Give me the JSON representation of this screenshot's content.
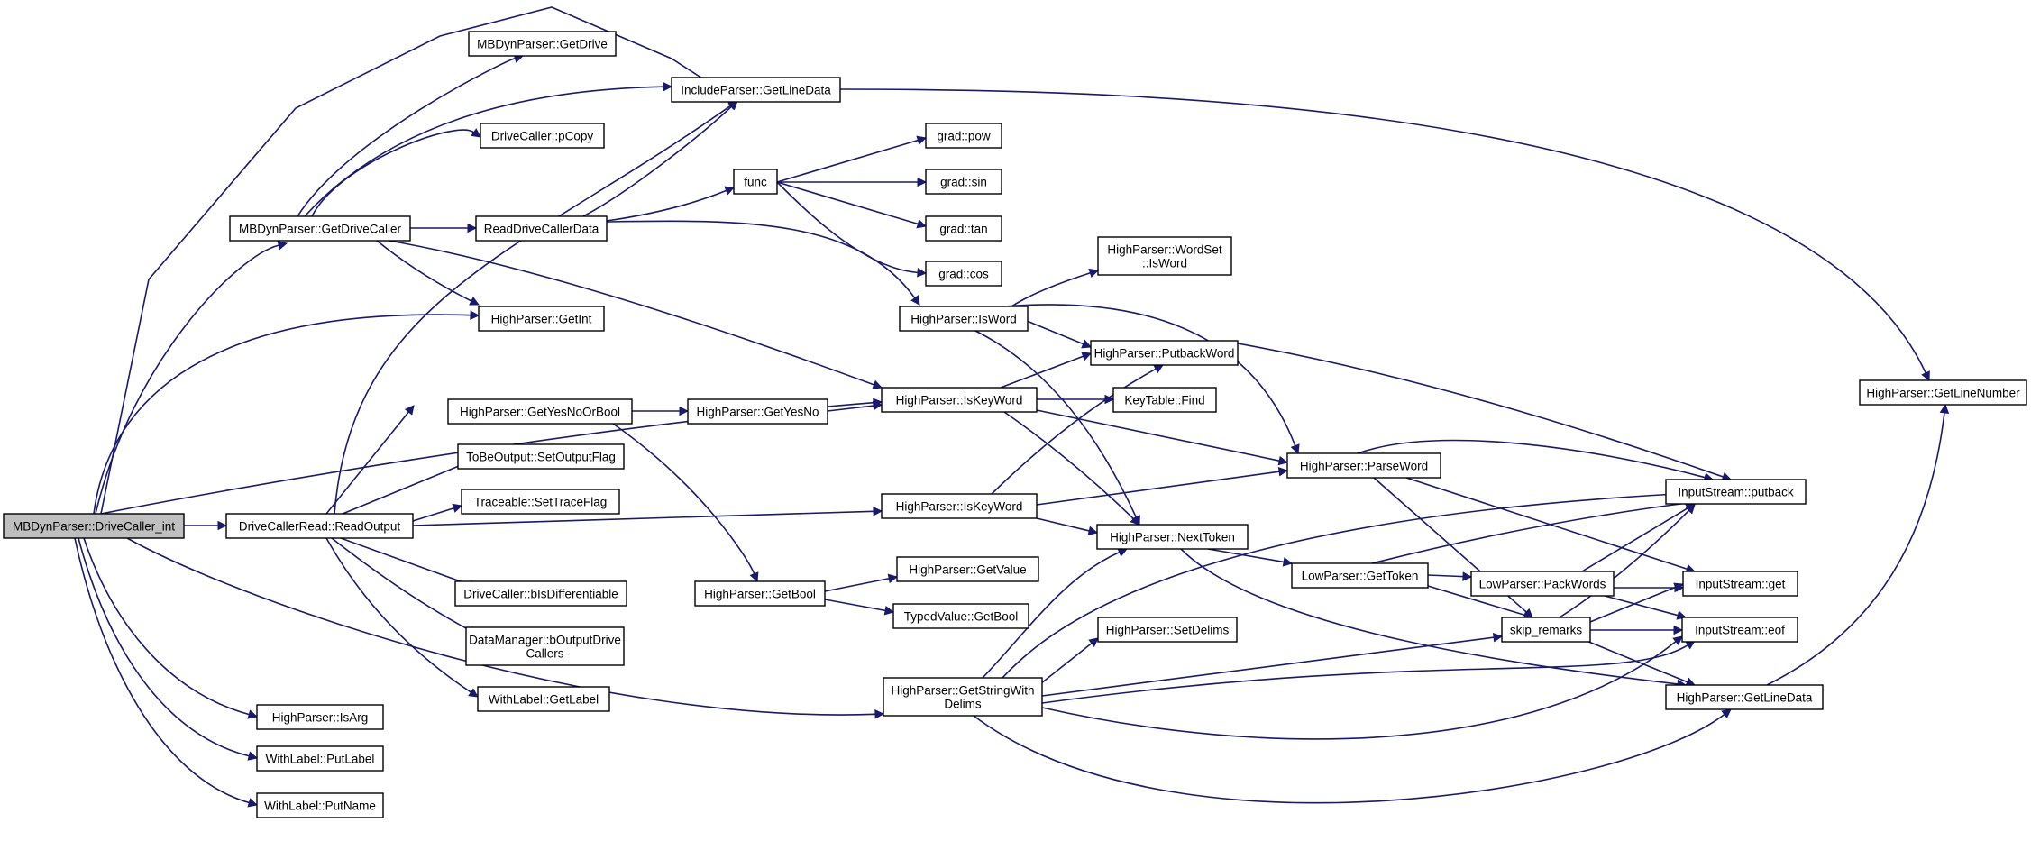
{
  "graph": {
    "edge_color": "#191970",
    "root_fill": "#bfbfbf",
    "node_fill": "#ffffff",
    "nodes": [
      {
        "id": "root",
        "lines": [
          "MBDynParser::DriveCaller_int"
        ],
        "root": true
      },
      {
        "id": "getDrive",
        "lines": [
          "MBDynParser::GetDrive"
        ]
      },
      {
        "id": "getLineData",
        "lines": [
          "IncludeParser::GetLineData"
        ]
      },
      {
        "id": "pCopy",
        "lines": [
          "DriveCaller::pCopy"
        ]
      },
      {
        "id": "func",
        "lines": [
          "func"
        ]
      },
      {
        "id": "gradPow",
        "lines": [
          "grad::pow"
        ]
      },
      {
        "id": "gradSin",
        "lines": [
          "grad::sin"
        ]
      },
      {
        "id": "getDriveCaller",
        "lines": [
          "MBDynParser::GetDriveCaller"
        ]
      },
      {
        "id": "readDCD",
        "lines": [
          "ReadDriveCallerData"
        ]
      },
      {
        "id": "gradTan",
        "lines": [
          "grad::tan"
        ]
      },
      {
        "id": "wordSet",
        "lines": [
          "HighParser::WordSet",
          "::IsWord"
        ]
      },
      {
        "id": "gradCos",
        "lines": [
          "grad::cos"
        ]
      },
      {
        "id": "getInt",
        "lines": [
          "HighParser::GetInt"
        ]
      },
      {
        "id": "isWord",
        "lines": [
          "HighParser::IsWord"
        ]
      },
      {
        "id": "putbackWord",
        "lines": [
          "HighParser::PutbackWord"
        ]
      },
      {
        "id": "getLineNumber",
        "lines": [
          "HighParser::GetLineNumber"
        ]
      },
      {
        "id": "getYNB",
        "lines": [
          "HighParser::GetYesNoOrBool"
        ]
      },
      {
        "id": "getYesNo",
        "lines": [
          "HighParser::GetYesNo"
        ]
      },
      {
        "id": "isKeyWord1",
        "lines": [
          "HighParser::IsKeyWord"
        ]
      },
      {
        "id": "keyFind",
        "lines": [
          "KeyTable::Find"
        ]
      },
      {
        "id": "setOutputFlag",
        "lines": [
          "ToBeOutput::SetOutputFlag"
        ]
      },
      {
        "id": "parseWord",
        "lines": [
          "HighParser::ParseWord"
        ]
      },
      {
        "id": "isPutback",
        "lines": [
          "InputStream::putback"
        ]
      },
      {
        "id": "setTraceFlag",
        "lines": [
          "Traceable::SetTraceFlag"
        ]
      },
      {
        "id": "readOutput",
        "lines": [
          "DriveCallerRead::ReadOutput"
        ]
      },
      {
        "id": "isKeyWord2",
        "lines": [
          "HighParser::IsKeyWord"
        ]
      },
      {
        "id": "nextToken",
        "lines": [
          "HighParser::NextToken"
        ]
      },
      {
        "id": "getValue",
        "lines": [
          "HighParser::GetValue"
        ]
      },
      {
        "id": "getToken",
        "lines": [
          "LowParser::GetToken"
        ]
      },
      {
        "id": "packWords",
        "lines": [
          "LowParser::PackWords"
        ]
      },
      {
        "id": "isGet",
        "lines": [
          "InputStream::get"
        ]
      },
      {
        "id": "bIsDiff",
        "lines": [
          "DriveCaller::bIsDifferentiable"
        ]
      },
      {
        "id": "getBool",
        "lines": [
          "HighParser::GetBool"
        ]
      },
      {
        "id": "tvGetBool",
        "lines": [
          "TypedValue::GetBool"
        ]
      },
      {
        "id": "setDelims",
        "lines": [
          "HighParser::SetDelims"
        ]
      },
      {
        "id": "skipRemarks",
        "lines": [
          "skip_remarks"
        ]
      },
      {
        "id": "isEof",
        "lines": [
          "InputStream::eof"
        ]
      },
      {
        "id": "dmOut",
        "lines": [
          "DataManager::bOutputDrive",
          "Callers"
        ]
      },
      {
        "id": "getStrDelims",
        "lines": [
          "HighParser::GetStringWith",
          "Delims"
        ]
      },
      {
        "id": "hpGetLineData",
        "lines": [
          "HighParser::GetLineData"
        ]
      },
      {
        "id": "getLabel",
        "lines": [
          "WithLabel::GetLabel"
        ]
      },
      {
        "id": "isArg",
        "lines": [
          "HighParser::IsArg"
        ]
      },
      {
        "id": "putLabel",
        "lines": [
          "WithLabel::PutLabel"
        ]
      },
      {
        "id": "putName",
        "lines": [
          "WithLabel::PutName"
        ]
      }
    ]
  }
}
